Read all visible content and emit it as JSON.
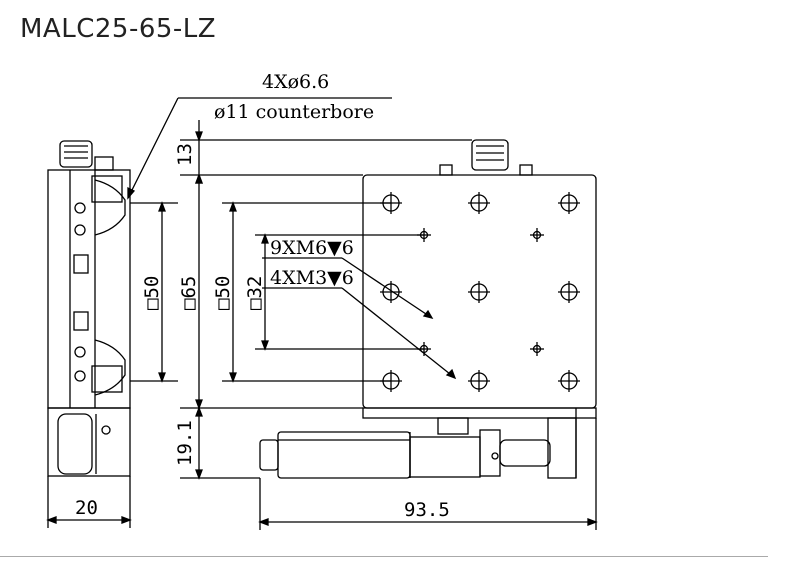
{
  "title": "MALC25-65-LZ",
  "callouts": {
    "thru_holes": "4Xø6.6",
    "counterbore": "ø11 counterbore",
    "tapped_m6": "9XM6▼6",
    "tapped_m3": "4XM3▼6"
  },
  "dimensions": {
    "top_offset": "13",
    "side_square_1": "□50",
    "side_square_2": "□65",
    "table_square_1": "□50",
    "table_square_2": "□32",
    "lower_height": "19.1",
    "width_bottom": "20",
    "length_bottom": "93.5"
  }
}
